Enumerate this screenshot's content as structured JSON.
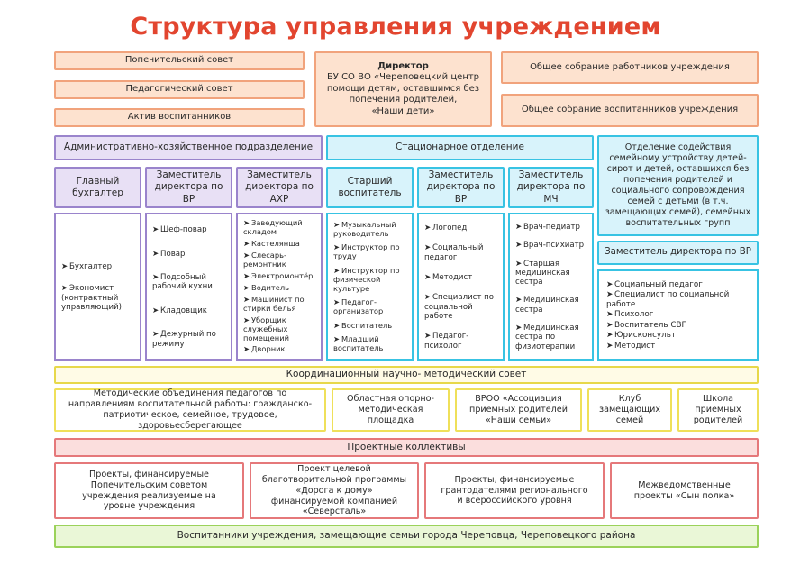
{
  "title": "Структура управления учреждением",
  "top_left": [
    "Попечительский совет",
    "Педагогический совет",
    "Актив воспитанников"
  ],
  "director": {
    "heading": "Директор",
    "lines": [
      "БУ СО ВО «Череповецкий центр",
      "помощи детям, оставшимся без",
      "попечения родителей,",
      "«Наши дети»"
    ]
  },
  "top_right": [
    "Общее собрание работников учреждения",
    "Общее собрание воспитанников учреждения"
  ],
  "admin_division": {
    "title": "Административно-хозяйственное подразделение",
    "roles": [
      "Главный бухгалтер",
      "Заместитель директора по ВР",
      "Заместитель директора по АХР"
    ],
    "lists": [
      [
        "Бухгалтер",
        "Экономист (контрактный управляющий)"
      ],
      [
        "Шеф-повар",
        "Повар",
        "Подсобный рабочий кухни",
        "Кладовщик",
        "Дежурный по режиму"
      ],
      [
        "Заведующий складом",
        "Кастелянша",
        "Слесарь-ремонтник",
        "Электромонтёр",
        "Водитель",
        "Машинист по стирки белья",
        "Уборщик служебных помещений",
        "Дворник"
      ]
    ]
  },
  "stationary": {
    "title": "Стационарное отделение",
    "roles": [
      "Старший воспитатель",
      "Заместитель директора по ВР",
      "Заместитель директора по МЧ"
    ],
    "lists": [
      [
        "Музыкальный руководитель",
        "Инструктор по труду",
        "Инструктор по физической культуре",
        "Педагог-организатор",
        "Воспитатель",
        "Младший воспитатель"
      ],
      [
        "Логопед",
        "Социальный педагог",
        "Методист",
        "Специалист по социальной работе",
        "Педагог-психолог"
      ],
      [
        "Врач-педиатр",
        "Врач-психиатр",
        "Старшая медицинская сестра",
        "Медицинская сестра",
        "Медицинская сестра по физиотерапии"
      ]
    ]
  },
  "family_dept": {
    "title": "Отделение содействия семейному устройству детей-сирот и детей, оставшихся без попечения родителей и социального сопровождения семей с детьми (в т.ч. замещающих семей), семейных воспитательных групп",
    "role": "Заместитель директора по ВР",
    "list": [
      "Социальный педагог",
      "Специалист по социальной работе",
      "Психолог",
      "Воспитатель СВГ",
      "Юрисконсульт",
      "Методист"
    ]
  },
  "council": {
    "title": "Координационный научно- методический совет",
    "items": [
      "Методические объединения педагогов по направлениям воспитательной работы: гражданско-патриотическое, семейное, трудовое, здоровьесберегающее",
      "Областная опорно-методическая площадка",
      "ВРОО «Ассоциация приемных родителей «Наши семьи»",
      "Клуб замещающих семей",
      "Школа приемных родителей"
    ]
  },
  "projects": {
    "title": "Проектные коллективы",
    "items": [
      "Проекты, финансируемые Попечительским советом учреждения реализуемые на уровне учреждения",
      "Проект целевой благотворительной программы «Дорога к дому» финансируемой компанией «Северсталь»",
      "Проекты, финансируемые грантодателями регионального и всероссийского уровня",
      "Межведомственные проекты «Сын полка»"
    ]
  },
  "footer": "Воспитанники учреждения, замещающие семьи города Череповца, Череповецкого района",
  "bullet": "➤",
  "colors": {
    "title": "#e2452f",
    "peach": "#f1a37c",
    "lavender": "#9a84cc",
    "cyan": "#38c3e3",
    "yellow": "#e7d84a",
    "pink": "#e5787a",
    "green": "#9bd25a"
  }
}
